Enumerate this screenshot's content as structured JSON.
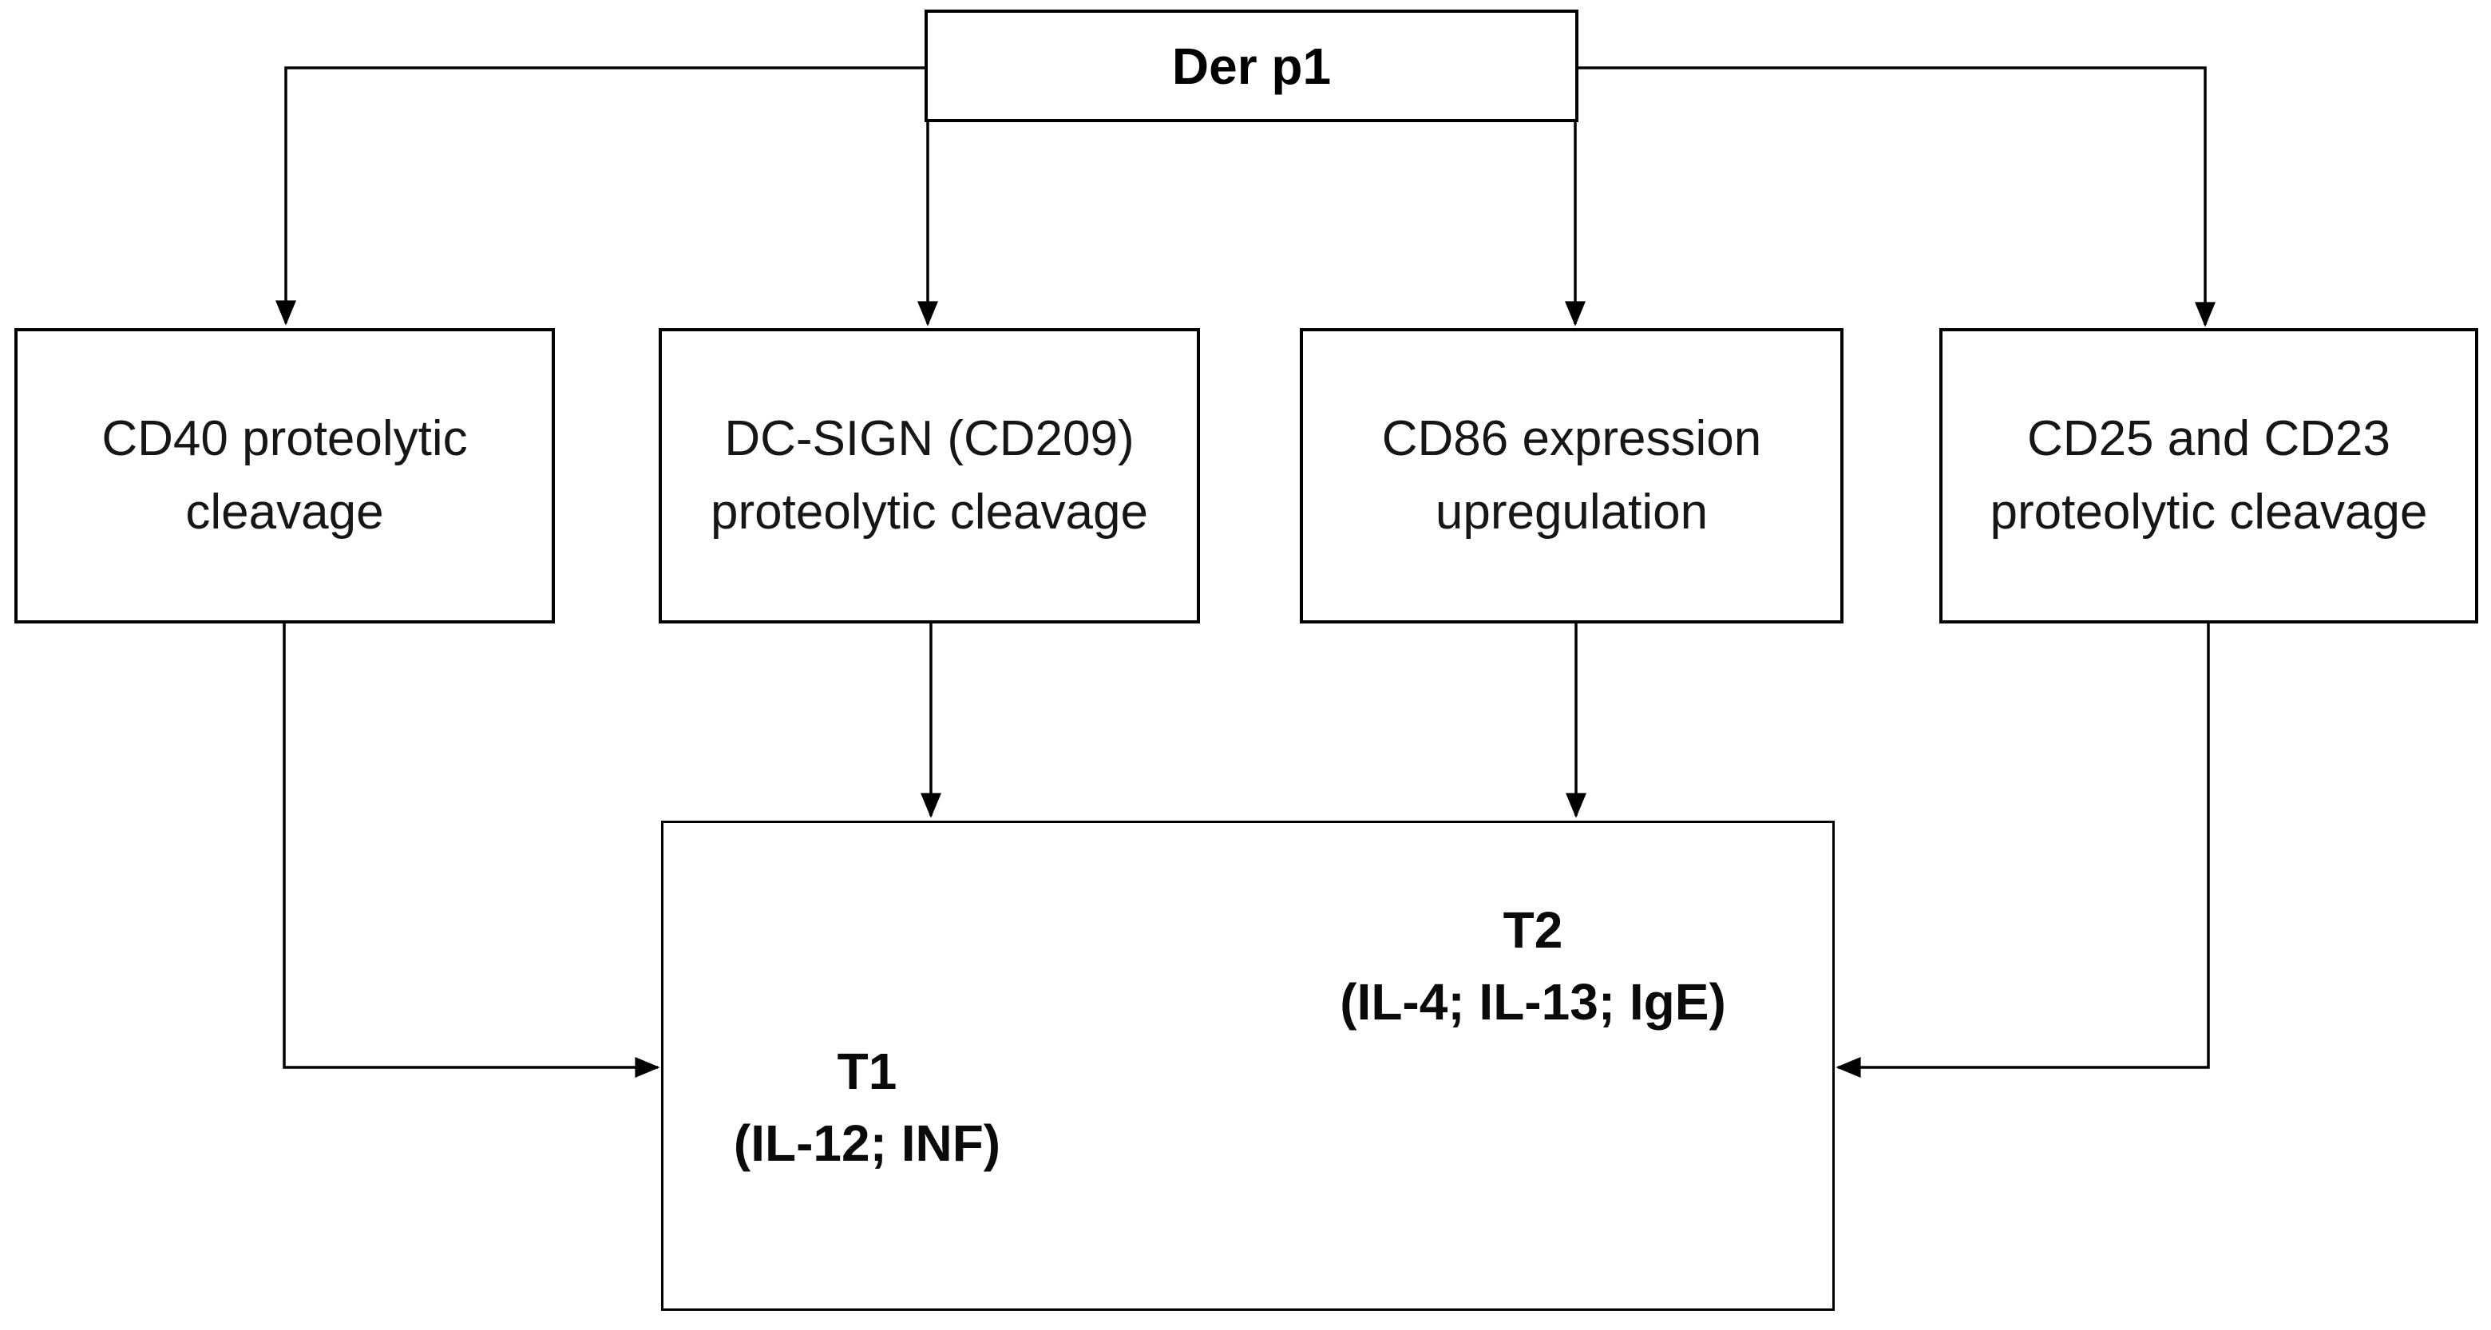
{
  "root_box": {
    "label": "Der p1"
  },
  "effect_boxes": [
    {
      "line1": "CD40 proteolytic",
      "line2": "cleavage"
    },
    {
      "line1": "DC-SIGN (CD209)",
      "line2": "proteolytic cleavage"
    },
    {
      "line1": "CD86 expression",
      "line2": "upregulation"
    },
    {
      "line1": "CD25 and CD23",
      "line2": "proteolytic cleavage"
    }
  ],
  "outcome_box": {
    "t1": {
      "label": "T1",
      "cytokines": "(IL-12; INF)"
    },
    "t2": {
      "label": "T2",
      "cytokines": "(IL-4; IL-13; IgE)"
    }
  },
  "colors": {
    "line": "#000000",
    "plank_fill": "#e7e7e7",
    "triangle_fill": "#d9d9d9",
    "triangle_stroke": "#44546a"
  }
}
